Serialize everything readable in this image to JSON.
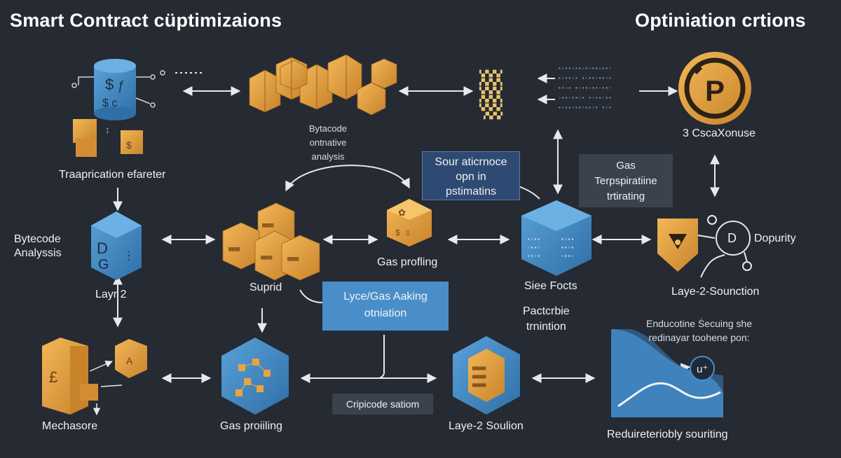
{
  "titles": {
    "main": "Smart Contract cüptimizaions",
    "right": "Optiniation crtions"
  },
  "labels": {
    "traaprication": "Traaprication efarеter",
    "bytecode_top": [
      "Bytacode",
      "ontnative",
      "analysis"
    ],
    "bytecode_left": [
      "Bytecode",
      "Analyssis"
    ],
    "layr2": "Layr 2",
    "suprid": "Suprid",
    "gas_profiling_mid": "Gas profling",
    "siee_focts": "Siee Focts",
    "pacterbie": [
      "Pactcrbie",
      "trnintion"
    ],
    "csca_xonuse": "3 CscaXonuse",
    "d_letter": "D",
    "dopurity": "Dopurity",
    "laye2_sounction": "Laye-2-Sounction",
    "enducotine": [
      "Enducotine Ṡecuing  she",
      "redinayar toohene pon:"
    ],
    "mechasore": "Mechasore",
    "gas_profiling_bottom": "Gas proiiling",
    "laye2_soulion": "Laye-2 Soulion",
    "reduret": "Reduireteriobly souriting"
  },
  "boxes": {
    "sour_box": [
      "Sour aticrnoce",
      "opn  in",
      "pstimatins"
    ],
    "gas_box": [
      "Gas",
      "Terpspiratiine",
      "trtirating"
    ],
    "lyce_box": [
      "Lyce/Gas Aaking",
      "otniation"
    ],
    "cripi_box": "Cripicode satiom"
  },
  "icons": {
    "database": "database-icon",
    "bytecode_cubes": "bytecode-cubes-icon",
    "cipher_cube": "binary-code-cube-icon",
    "p_coin": "p-coin-icon",
    "shield": "shield-icon",
    "chart": "area-chart-icon"
  },
  "colors": {
    "background": "#252a33",
    "orange": "#e9a441",
    "blue": "#4a8ec9",
    "navy": "#2f4a72",
    "grey": "#3c424c",
    "arrow": "#e6e9ee"
  }
}
